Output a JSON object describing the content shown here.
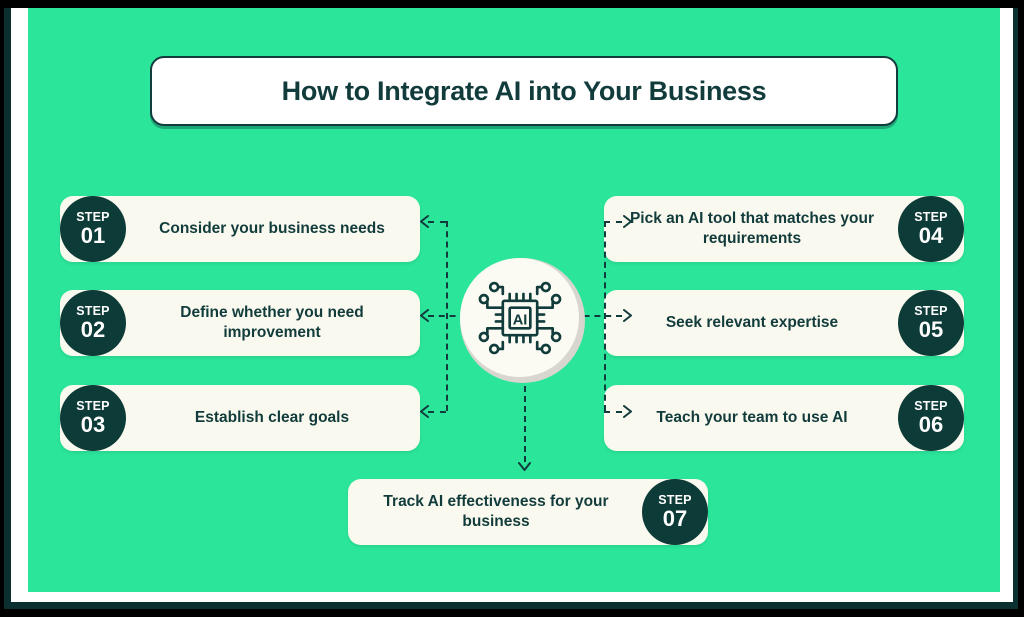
{
  "title": "How to Integrate AI into Your Business",
  "center": {
    "icon": "ai-chip-icon",
    "label": "AI"
  },
  "colors": {
    "background": "#2be59b",
    "card": "#faf9ef",
    "badge": "#0d3b38",
    "text": "#123c3c",
    "title_box": "#ffffff",
    "frame_outer": "#000000",
    "frame_mid": "#0c2f2f",
    "frame_inner": "#ffffff"
  },
  "steps": [
    {
      "word": "STEP",
      "number": "01",
      "text": "Consider your business needs",
      "side": "left"
    },
    {
      "word": "STEP",
      "number": "02",
      "text": "Define whether you need improvement",
      "side": "left"
    },
    {
      "word": "STEP",
      "number": "03",
      "text": "Establish clear goals",
      "side": "left"
    },
    {
      "word": "STEP",
      "number": "04",
      "text": "Pick an AI tool that matches your requirements",
      "side": "right"
    },
    {
      "word": "STEP",
      "number": "05",
      "text": "Seek relevant expertise",
      "side": "right"
    },
    {
      "word": "STEP",
      "number": "06",
      "text": "Teach your team to use AI",
      "side": "right"
    },
    {
      "word": "STEP",
      "number": "07",
      "text": "Track AI effectiveness for your business",
      "side": "bottom"
    }
  ]
}
